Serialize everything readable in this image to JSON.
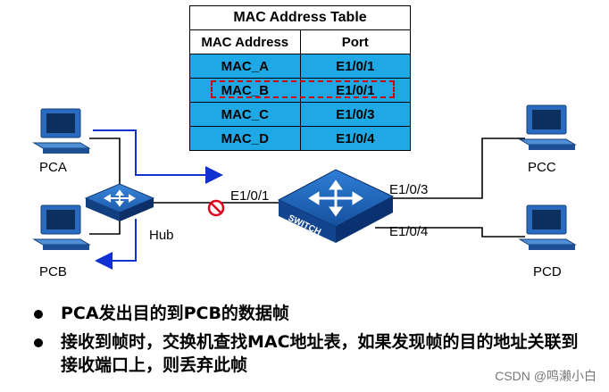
{
  "mac_table": {
    "title": "MAC Address Table",
    "headers": [
      "MAC Address",
      "Port"
    ],
    "rows": [
      {
        "mac": "MAC_A",
        "port": "E1/0/1"
      },
      {
        "mac": "MAC_B",
        "port": "E1/0/1"
      },
      {
        "mac": "MAC_C",
        "port": "E1/0/3"
      },
      {
        "mac": "MAC_D",
        "port": "E1/0/4"
      }
    ]
  },
  "devices": {
    "pca": "PCA",
    "pcb": "PCB",
    "pcc": "PCC",
    "pcd": "PCD",
    "hub": "Hub",
    "switch": "SWITCH"
  },
  "ports": {
    "sw_left": "E1/0/1",
    "sw_top_right": "E1/0/3",
    "sw_bottom_right": "E1/0/4"
  },
  "bullets": [
    "PCA发出目的到PCB的数据帧",
    "接收到帧时，交换机查找MAC地址表，如果发现帧的目的地址关联到接收端口上，则丢弃此帧"
  ],
  "watermark": "CSDN @鸣濑小白",
  "colors": {
    "table_cell": "#1fa8e6",
    "highlight": "#d40000",
    "arrow": "#1030d0",
    "switch_body": "#1a5fb4",
    "block_icon": "#e0001b"
  }
}
